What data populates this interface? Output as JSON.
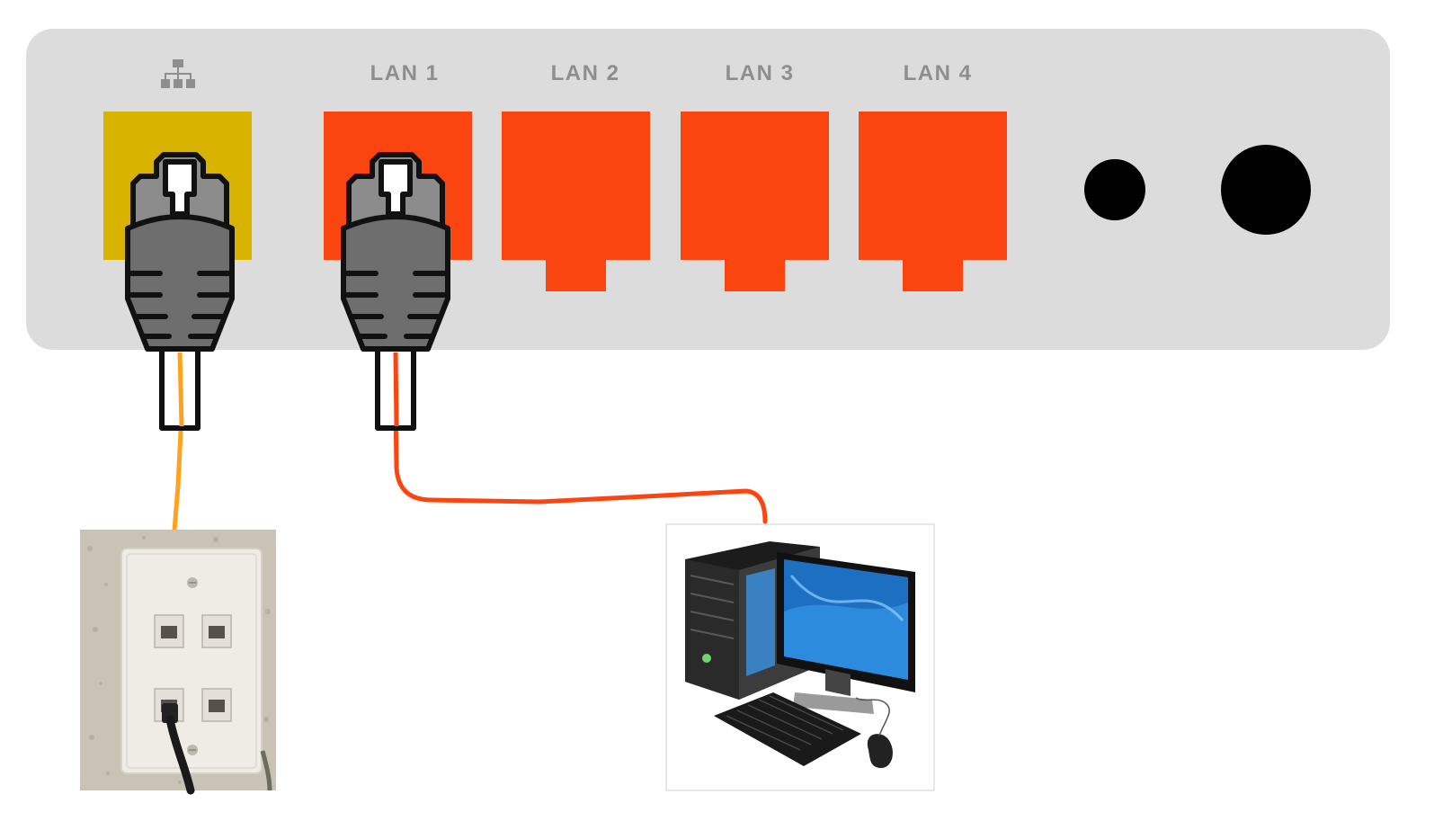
{
  "router": {
    "wan_icon": "network-icon",
    "lan_ports": [
      {
        "label": "LAN 1",
        "connected": true
      },
      {
        "label": "LAN 2",
        "connected": false
      },
      {
        "label": "LAN 3",
        "connected": false
      },
      {
        "label": "LAN 4",
        "connected": false
      }
    ]
  },
  "wall_jack": {
    "icon": "wall-plate-photo"
  },
  "computer": {
    "icon": "desktop-computer-illustration"
  },
  "colors": {
    "router_body": "#dcdcdc",
    "wan_port": "#d8b400",
    "lan_port": "#fb4510",
    "wan_cable": "#ffa21c",
    "lan_cable": "#fb4510",
    "label_gray": "#8e8e8e"
  }
}
